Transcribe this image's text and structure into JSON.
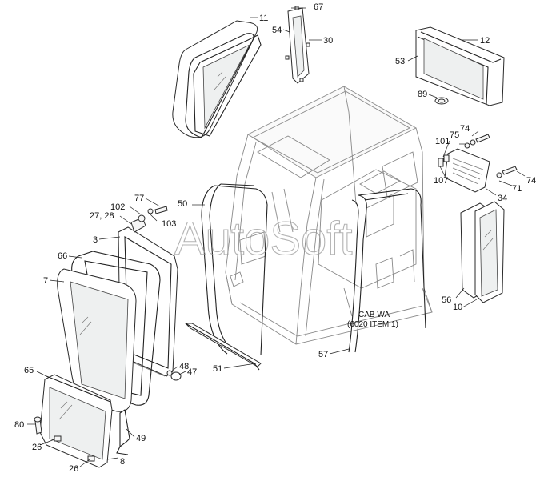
{
  "diagram": {
    "watermark": "AutoSoft",
    "caption_line1": "CAB WA",
    "caption_line2": "(6020 ITEM 1)",
    "labels": {
      "l11": "11",
      "l67": "67",
      "l54": "54",
      "l30": "30",
      "l12": "12",
      "l53": "53",
      "l89": "89",
      "l74a": "74",
      "l75": "75",
      "l101": "101",
      "l107": "107",
      "l71": "71",
      "l74b": "74",
      "l34": "34",
      "l77": "77",
      "l102": "102",
      "l27_28": "27, 28",
      "l103": "103",
      "l50": "50",
      "l3": "3",
      "l66": "66",
      "l7": "7",
      "l56": "56",
      "l10": "10",
      "l48": "48",
      "l47": "47",
      "l51": "51",
      "l57": "57",
      "l65": "65",
      "l80": "80",
      "l26a": "26",
      "l49": "49",
      "l8": "8",
      "l26b": "26"
    }
  }
}
